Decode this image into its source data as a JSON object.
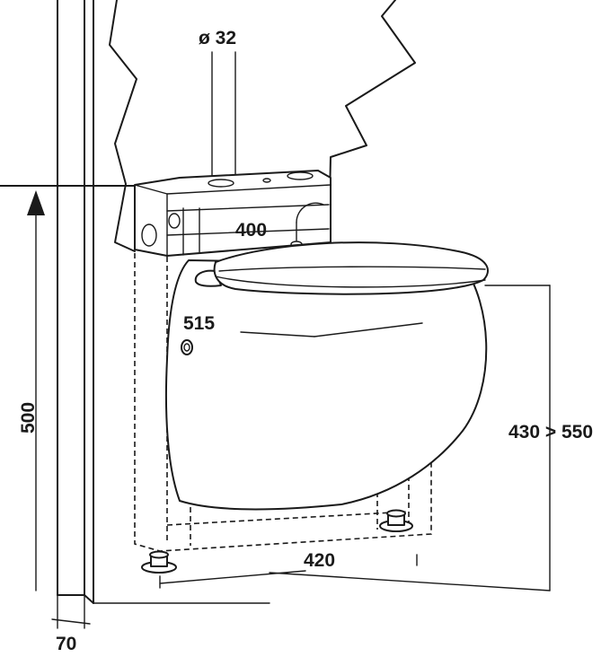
{
  "dimensions": {
    "pipe_diameter": "ø 32",
    "tank_width": "400",
    "tank_height": "515",
    "total_height": "500",
    "seat_height": "430 > 550",
    "depth": "420",
    "wall_gap": "70"
  }
}
